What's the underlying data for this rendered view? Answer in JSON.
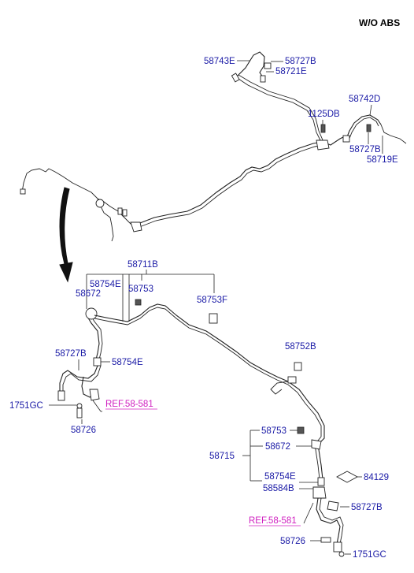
{
  "header": {
    "variant": "W/O ABS"
  },
  "labels": {
    "l58743E": "58743E",
    "l58727B_top": "58727B",
    "l58721E": "58721E",
    "l58742D": "58742D",
    "l1125DB": "1125DB",
    "l58727B_right": "58727B",
    "l58719E": "58719E",
    "l58711B": "58711B",
    "l58754E_top": "58754E",
    "l58753_top": "58753",
    "l58672_top": "58672",
    "l58753F": "58753F",
    "l58727B_left": "58727B",
    "l58754E_mid": "58754E",
    "l58752B": "58752B",
    "l1751GC_left": "1751GC",
    "l58726_left": "58726",
    "l58753_low": "58753",
    "l58715": "58715",
    "l58672_low": "58672",
    "l58754E_low": "58754E",
    "l58584B": "58584B",
    "l84129": "84129",
    "l58727B_low": "58727B",
    "l58726_low": "58726",
    "l1751GC_low": "1751GC"
  },
  "references": {
    "ref_left": "REF.58-581",
    "ref_low": "REF.58-581"
  },
  "colors": {
    "label": "#1a1aa6",
    "reference": "#d020c0",
    "line": "#222222",
    "header": "#000000"
  }
}
